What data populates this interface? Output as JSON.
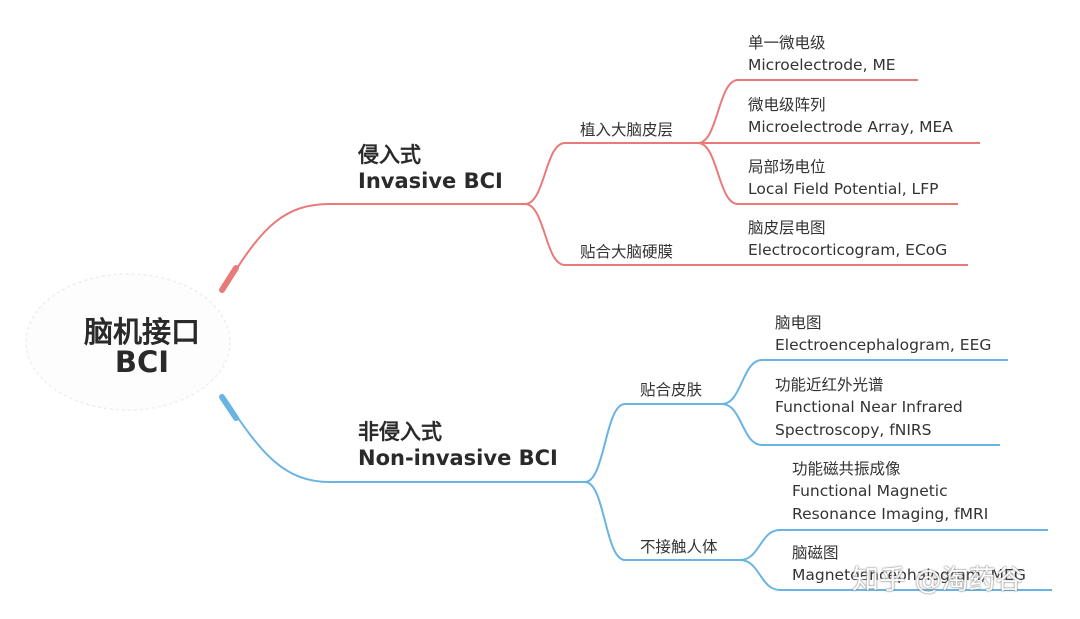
{
  "root": {
    "line1": "脑机接口",
    "line2": "BCI"
  },
  "branches": [
    {
      "line1": "侵入式",
      "line2": "Invasive BCI",
      "color": "#e87a7a",
      "groups": [
        {
          "label": "植入大脑皮层",
          "leaves": [
            {
              "zh": "单一微电级",
              "en": [
                "Microelectrode, ME"
              ]
            },
            {
              "zh": "微电级阵列",
              "en": [
                "Microelectrode Array, MEA"
              ]
            },
            {
              "zh": "局部场电位",
              "en": [
                "Local Field Potential, LFP"
              ]
            }
          ]
        },
        {
          "label": "贴合大脑硬膜",
          "leaves": [
            {
              "zh": "脑皮层电图",
              "en": [
                "Electrocorticogram, ECoG"
              ]
            }
          ]
        }
      ]
    },
    {
      "line1": "非侵入式",
      "line2": "Non-invasive BCI",
      "color": "#6ab4e4",
      "groups": [
        {
          "label": "贴合皮肤",
          "leaves": [
            {
              "zh": "脑电图",
              "en": [
                "Electroencephalogram, EEG"
              ]
            },
            {
              "zh": "功能近红外光谱",
              "en": [
                "Functional Near Infrared",
                "Spectroscopy, fNIRS"
              ]
            }
          ]
        },
        {
          "label": "不接触人体",
          "leaves": [
            {
              "zh": "功能磁共振成像",
              "en": [
                "Functional Magnetic",
                "Resonance Imaging, fMRI"
              ]
            },
            {
              "zh": "脑磁图",
              "en": [
                "Magnetoencephalogram, MEG"
              ]
            }
          ]
        }
      ]
    }
  ],
  "watermark": "知乎 @淘药谷"
}
